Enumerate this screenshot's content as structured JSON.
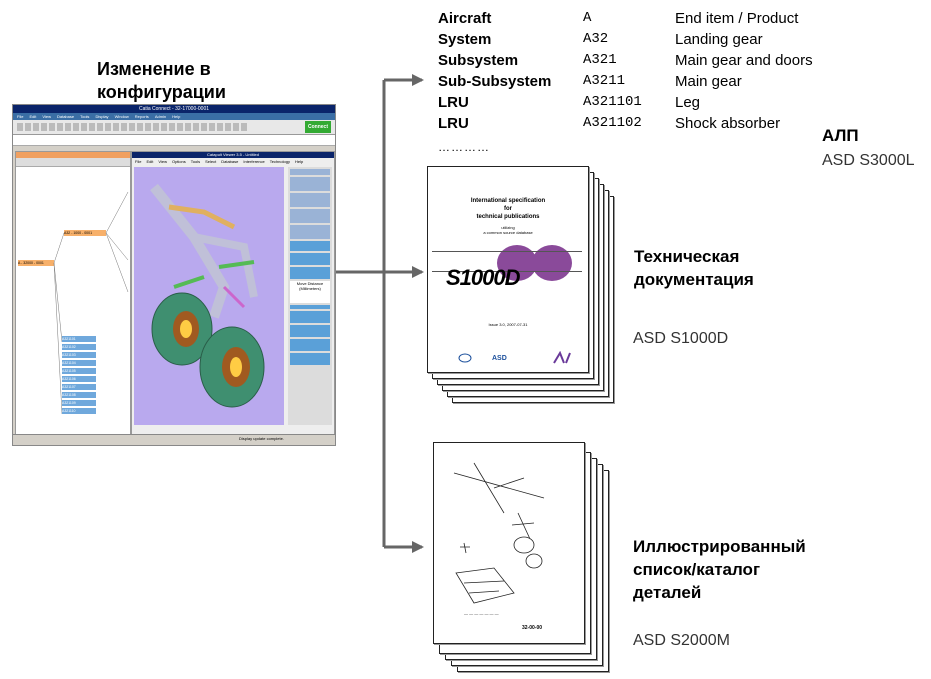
{
  "config_title": [
    "Изменение в",
    "конфигурации"
  ],
  "hierarchy": [
    {
      "level": "Aircraft",
      "code": "A",
      "description": "End item / Product"
    },
    {
      "level": "System",
      "code": "A32",
      "description": "Landing gear"
    },
    {
      "level": "Subsystem",
      "code": "A321",
      "description": "Main gear and doors"
    },
    {
      "level": "Sub-Subsystem",
      "code": "A3211",
      "description": "Main gear"
    },
    {
      "level": "LRU",
      "code": "A321101",
      "description": "Leg"
    },
    {
      "level": "LRU",
      "code": "A321102",
      "description": "Shock absorber"
    }
  ],
  "hierarchy_more": "…………",
  "outputs": {
    "lsa": {
      "title": "АЛП",
      "standard": "ASD S3000L"
    },
    "techdoc": {
      "title": [
        "Техническая",
        "документация"
      ],
      "standard": "ASD S1000D"
    },
    "ipc": {
      "title": [
        "Иллюстрированный",
        "список/каталог",
        "деталей"
      ],
      "standard": "ASD S2000M"
    }
  },
  "s1000d_cover": {
    "heading": [
      "International specification",
      "for",
      "technical publications"
    ],
    "subheading": [
      "utilizing",
      "a common source database"
    ],
    "logo": "S1000D",
    "issue": "Issue 3.0, 2007-07-31",
    "org_logo": "ASD"
  },
  "ipc_page": {
    "ref": "32-00-00"
  },
  "cad_window": {
    "title": "Catia Connect - 32-17000-0001",
    "menu": [
      "File",
      "Edit",
      "View",
      "Database",
      "Tools",
      "Display",
      "Window",
      "Reports",
      "Admin",
      "Help"
    ],
    "connect": "Connect",
    "viewer_title": "Catapult Viewer 3.5 - Untitled",
    "viewer_menu": [
      "File",
      "Edit",
      "View",
      "Options",
      "Tools",
      "Select",
      "Database",
      "Interference",
      "Technology",
      "Help"
    ],
    "move_distance": "Move Distance (Millimeters)",
    "status": "Display update complete.",
    "tree_root": "A - 32000 - 0001",
    "tree_node": "A32 - 1000 - 0001",
    "tree_leaves": [
      "A321101",
      "A321102",
      "A321103",
      "A321104",
      "A321105",
      "A321106",
      "A321107",
      "A321108",
      "A321109",
      "A321110"
    ]
  }
}
